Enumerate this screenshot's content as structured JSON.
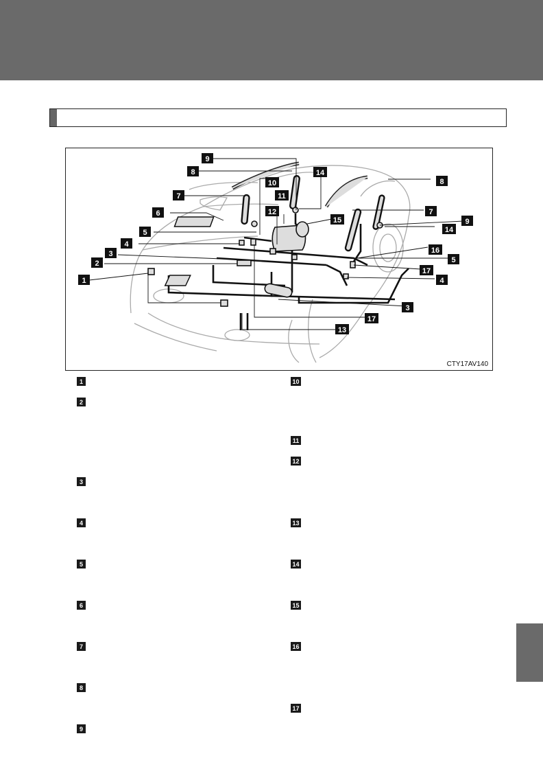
{
  "diagram": {
    "code": "CTY17AV140",
    "callouts": [
      "1",
      "2",
      "3",
      "4",
      "5",
      "6",
      "7",
      "8",
      "9",
      "10",
      "11",
      "12",
      "13",
      "14",
      "15",
      "16",
      "17",
      "3",
      "4",
      "5",
      "7",
      "8",
      "9",
      "14",
      "17"
    ]
  },
  "legend": {
    "left": [
      "1",
      "2",
      "3",
      "4",
      "5",
      "6",
      "7",
      "8",
      "9"
    ],
    "right": [
      "10",
      "11",
      "12",
      "13",
      "14",
      "15",
      "16",
      "17"
    ]
  }
}
